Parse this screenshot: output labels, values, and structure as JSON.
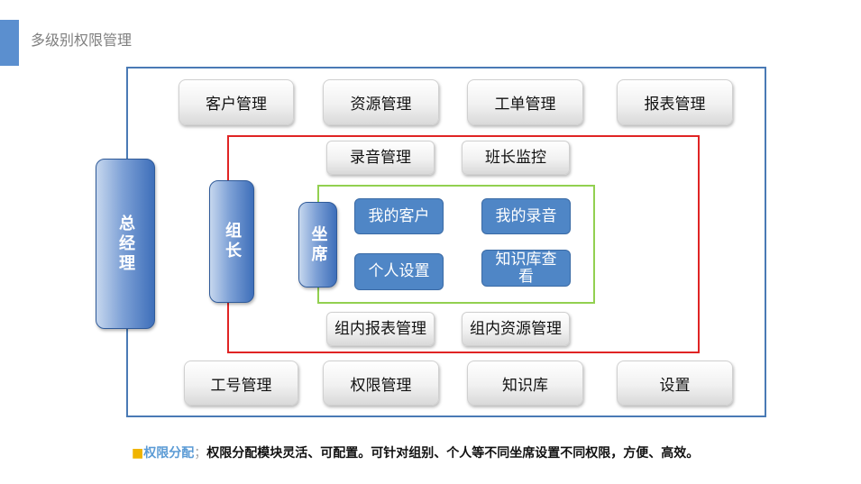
{
  "header": {
    "title": "多级别权限管理",
    "accent_color": "#5b8fcf"
  },
  "roles": {
    "general_manager": "总经理",
    "team_leader": "组长",
    "agent": "坐席"
  },
  "gm_modules": {
    "top": [
      "客户管理",
      "资源管理",
      "工单管理",
      "报表管理"
    ],
    "bottom": [
      "工号管理",
      "权限管理",
      "知识库",
      "设置"
    ]
  },
  "leader_modules": {
    "top": [
      "录音管理",
      "班长监控"
    ],
    "bottom": [
      "组内报表管理",
      "组内资源管理"
    ]
  },
  "agent_modules": [
    "我的客户",
    "我的录音",
    "个人设置",
    "知识库查看"
  ],
  "frame_colors": {
    "outer": "#4a7ab5",
    "leader": "#e02424",
    "agent": "#92d050"
  },
  "footer": {
    "bullet": "■",
    "keyword": "权限分配",
    "separator": "；",
    "text": "权限分配模块灵活、可配置。可针对组别、个人等不同坐席设置不同权限，方便、高效。"
  }
}
